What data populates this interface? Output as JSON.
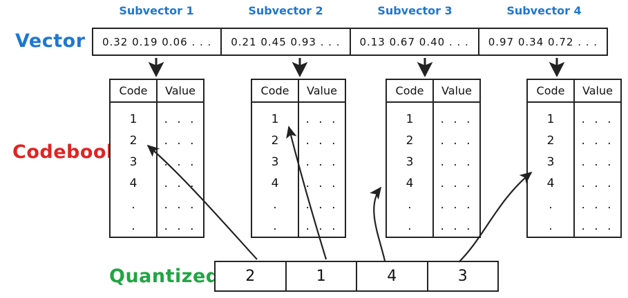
{
  "labels": {
    "vector": "Vector",
    "codebook": "Codebook",
    "quantized": "Quantized"
  },
  "colors": {
    "vector_label": "#1f77d0",
    "codebook_label": "#e02424",
    "quantized_label": "#21a544",
    "subvector_title": "#1f77d0",
    "stroke": "#222222",
    "background": "#ffffff"
  },
  "subvectors": [
    {
      "title": "Subvector 1",
      "values": "0.32  0.19  0.06 . . ."
    },
    {
      "title": "Subvector 2",
      "values": "0.21  0.45  0.93 . . ."
    },
    {
      "title": "Subvector 3",
      "values": "0.13  0.67  0.40 . . ."
    },
    {
      "title": "Subvector 4",
      "values": "0.97  0.34  0.72 . . ."
    }
  ],
  "codebooks": [
    {
      "headers": [
        "Code",
        "Value"
      ],
      "codes": [
        "1",
        "2",
        "3",
        "4",
        ".",
        "."
      ],
      "values": [
        ". . .",
        ". . .",
        ". . .",
        ". . .",
        ". . .",
        ". . ."
      ],
      "selected_code": "2"
    },
    {
      "headers": [
        "Code",
        "Value"
      ],
      "codes": [
        "1",
        "2",
        "3",
        "4",
        ".",
        "."
      ],
      "values": [
        ". . .",
        ". . .",
        ". . .",
        ". . .",
        ". . .",
        ". . ."
      ],
      "selected_code": "1"
    },
    {
      "headers": [
        "Code",
        "Value"
      ],
      "codes": [
        "1",
        "2",
        "3",
        "4",
        ".",
        "."
      ],
      "values": [
        ". . .",
        ". . .",
        ". . .",
        ". . .",
        ". . .",
        ". . ."
      ],
      "selected_code": "4"
    },
    {
      "headers": [
        "Code",
        "Value"
      ],
      "codes": [
        "1",
        "2",
        "3",
        "4",
        ".",
        "."
      ],
      "values": [
        ". . .",
        ". . .",
        ". . .",
        ". . .",
        ". . .",
        ". . ."
      ],
      "selected_code": "3"
    }
  ],
  "quantized_codes": [
    "2",
    "1",
    "4",
    "3"
  ]
}
